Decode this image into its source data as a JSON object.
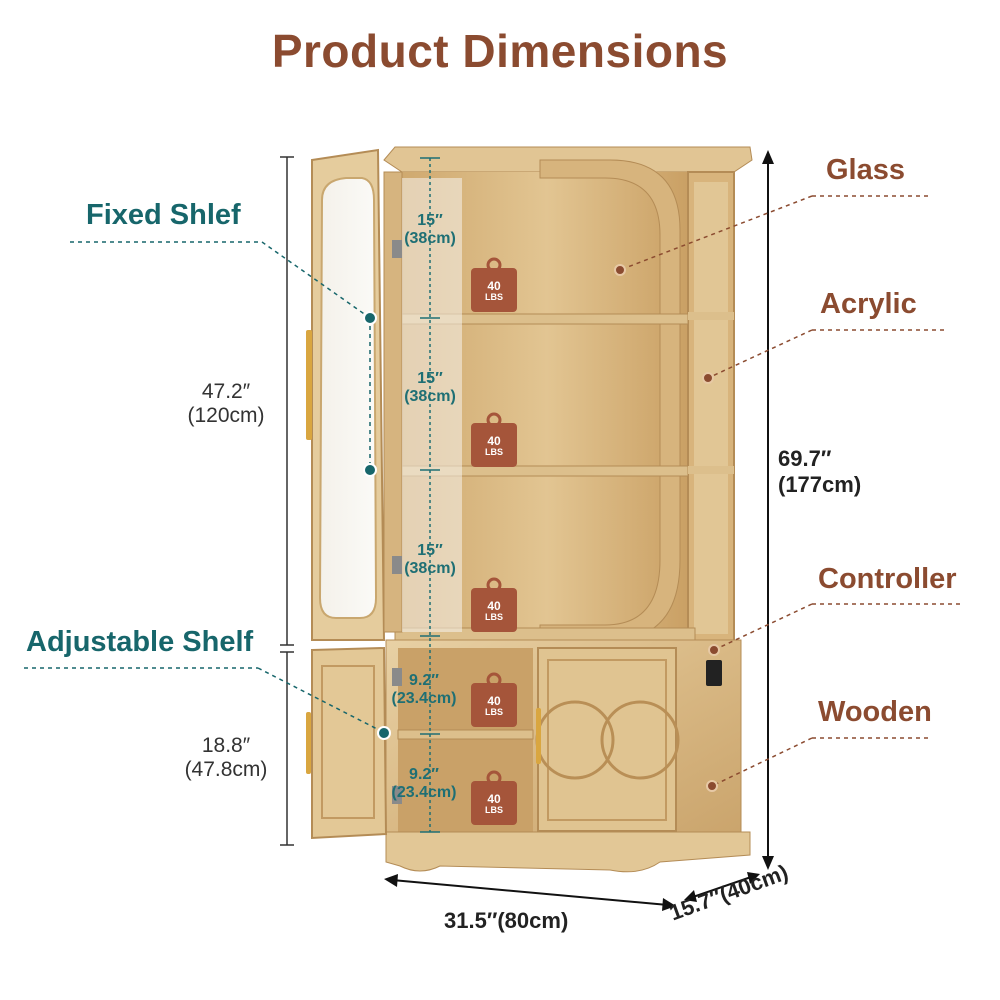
{
  "title": "Product Dimensions",
  "features": {
    "glass": "Glass",
    "acrylic": "Acrylic",
    "controller": "Controller",
    "wooden": "Wooden",
    "fixed_shelf": "Fixed Shlef",
    "adjustable_shelf": "Adjustable Shelf"
  },
  "dimensions": {
    "upper_height_in": "47.2″",
    "upper_height_cm": "(120cm)",
    "lower_height_in": "18.8″",
    "lower_height_cm": "(47.8cm)",
    "total_height_in": "69.7″",
    "total_height_cm": "(177cm)",
    "width": "31.5″(80cm)",
    "depth": "15.7″(40cm)"
  },
  "shelf_gaps": [
    {
      "in": "15″",
      "cm": "(38cm)"
    },
    {
      "in": "15″",
      "cm": "(38cm)"
    },
    {
      "in": "15″",
      "cm": "(38cm)"
    },
    {
      "in": "9.2″",
      "cm": "(23.4cm)"
    },
    {
      "in": "9.2″",
      "cm": "(23.4cm)"
    }
  ],
  "weight_capacity": {
    "value": "40",
    "unit": "LBS"
  },
  "colors": {
    "title": "#8b4b30",
    "teal": "#17666b",
    "wood_light": "#e3c898",
    "wood_mid": "#d4b078",
    "wood_dark": "#b98f56",
    "weight_tag": "#a5553a",
    "gold_handle": "#d9a640"
  }
}
